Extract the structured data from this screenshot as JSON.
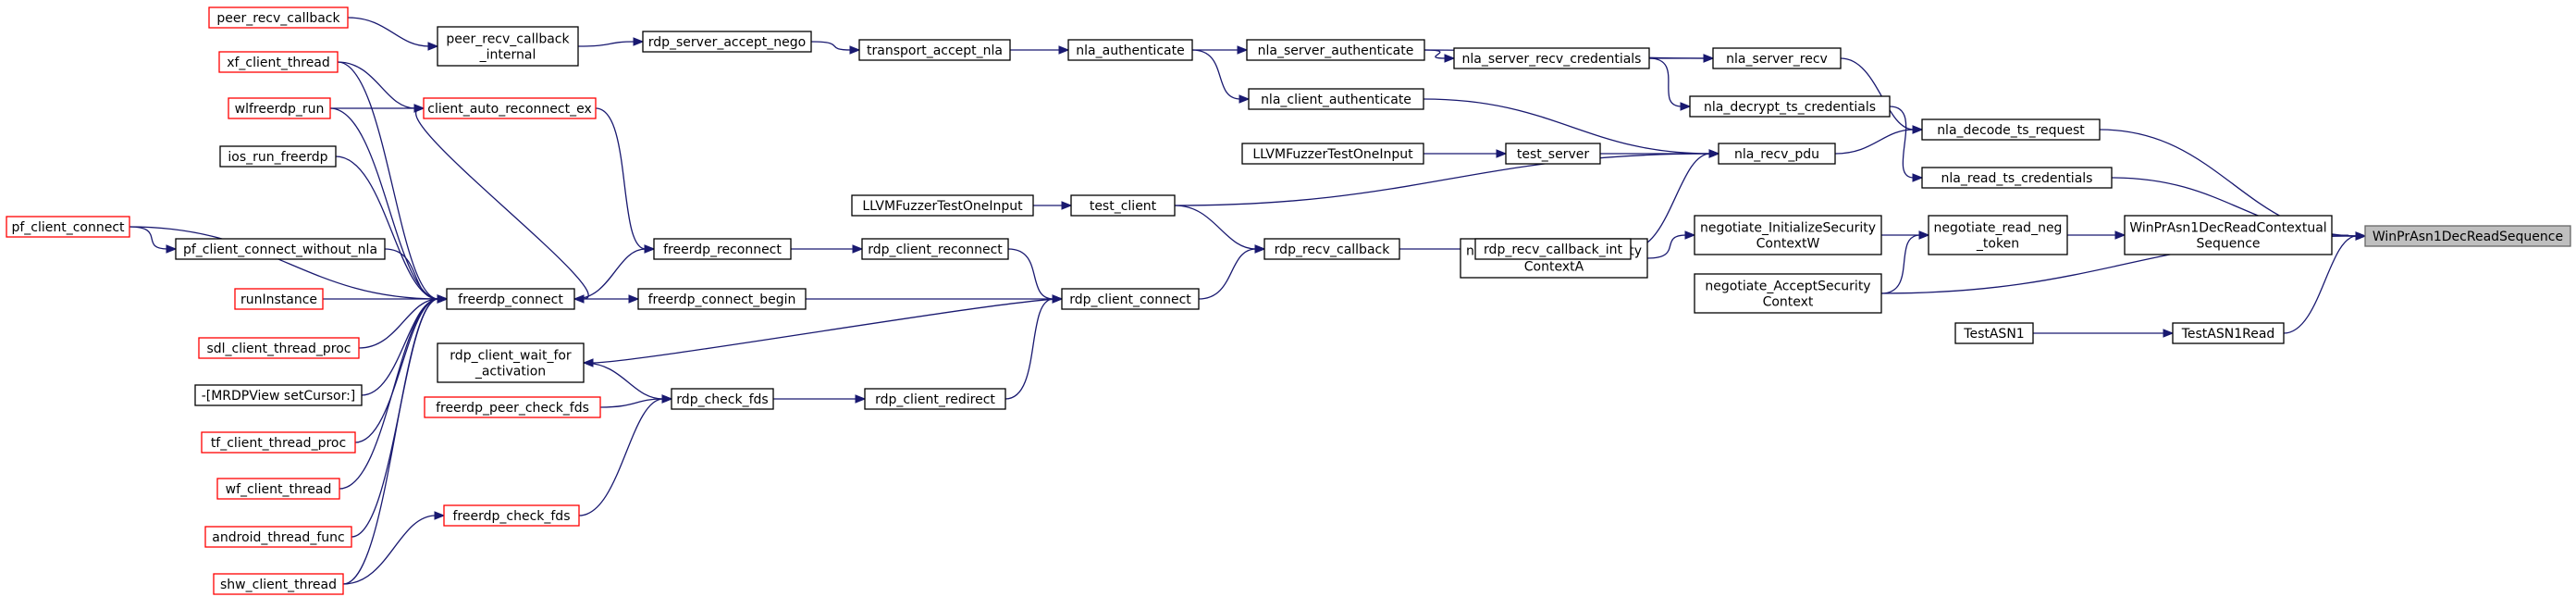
{
  "colors": {
    "edge": "#191970",
    "node_border": "#000000",
    "truncated_border": "#ff0000",
    "root_fill": "#bfbfbf",
    "root_border": "#666666"
  },
  "nodes": [
    {
      "id": "root",
      "lines": [
        "WinPrAsn1DecReadSequence"
      ],
      "style": "root"
    },
    {
      "id": "winprasn1_ctx",
      "lines": [
        "WinPrAsn1DecReadContextual",
        "Sequence"
      ],
      "style": "normal"
    },
    {
      "id": "testasn1read",
      "lines": [
        "TestASN1Read"
      ],
      "style": "normal"
    },
    {
      "id": "testasn1",
      "lines": [
        "TestASN1"
      ],
      "style": "normal"
    },
    {
      "id": "nla_decode",
      "lines": [
        "nla_decode_ts_request"
      ],
      "style": "normal"
    },
    {
      "id": "nla_read_ts",
      "lines": [
        "nla_read_ts_credentials"
      ],
      "style": "normal"
    },
    {
      "id": "neg_read_neg",
      "lines": [
        "negotiate_read_neg",
        "_token"
      ],
      "style": "normal"
    },
    {
      "id": "neg_accept",
      "lines": [
        "negotiate_AcceptSecurity",
        "Context"
      ],
      "style": "normal"
    },
    {
      "id": "nla_server_recv",
      "lines": [
        "nla_server_recv"
      ],
      "style": "normal"
    },
    {
      "id": "nla_recv_pdu",
      "lines": [
        "nla_recv_pdu"
      ],
      "style": "normal"
    },
    {
      "id": "nla_decrypt",
      "lines": [
        "nla_decrypt_ts_credentials"
      ],
      "style": "normal"
    },
    {
      "id": "neg_initA",
      "lines": [
        "negotiate_InitializeSecurity",
        "ContextA"
      ],
      "style": "normal"
    },
    {
      "id": "neg_initW",
      "lines": [
        "negotiate_InitializeSecurity",
        "ContextW"
      ],
      "style": "normal"
    },
    {
      "id": "nla_server_auth",
      "lines": [
        "nla_server_authenticate"
      ],
      "style": "normal"
    },
    {
      "id": "nla_server_recv_cred",
      "lines": [
        "nla_server_recv_credentials"
      ],
      "style": "normal"
    },
    {
      "id": "nla_client_auth",
      "lines": [
        "nla_client_authenticate"
      ],
      "style": "normal"
    },
    {
      "id": "test_server",
      "lines": [
        "test_server"
      ],
      "style": "normal"
    },
    {
      "id": "rdp_recv_cb_int",
      "lines": [
        "rdp_recv_callback_int"
      ],
      "style": "normal"
    },
    {
      "id": "nla_authenticate",
      "lines": [
        "nla_authenticate"
      ],
      "style": "normal"
    },
    {
      "id": "llvm_one",
      "lines": [
        "LLVMFuzzerTestOneInput"
      ],
      "style": "normal"
    },
    {
      "id": "rdp_recv_cb",
      "lines": [
        "rdp_recv_callback"
      ],
      "style": "normal"
    },
    {
      "id": "transport_accept_nla",
      "lines": [
        "transport_accept_nla"
      ],
      "style": "normal"
    },
    {
      "id": "test_client",
      "lines": [
        "test_client"
      ],
      "style": "normal"
    },
    {
      "id": "rdp_client_connect",
      "lines": [
        "rdp_client_connect"
      ],
      "style": "normal"
    },
    {
      "id": "llvm_input",
      "lines": [
        "LLVMFuzzerTestOneInput"
      ],
      "style": "normal"
    },
    {
      "id": "rdp_server_accept_nego",
      "lines": [
        "rdp_server_accept_nego"
      ],
      "style": "normal"
    },
    {
      "id": "rdp_client_reconnect",
      "lines": [
        "rdp_client_reconnect"
      ],
      "style": "normal"
    },
    {
      "id": "rdp_client_redirect",
      "lines": [
        "rdp_client_redirect"
      ],
      "style": "normal"
    },
    {
      "id": "peer_recv_cb_internal",
      "lines": [
        "peer_recv_callback",
        "_internal"
      ],
      "style": "normal"
    },
    {
      "id": "freerdp_reconnect",
      "lines": [
        "freerdp_reconnect"
      ],
      "style": "normal"
    },
    {
      "id": "freerdp_connect_begin",
      "lines": [
        "freerdp_connect_begin"
      ],
      "style": "normal"
    },
    {
      "id": "rdp_check_fds",
      "lines": [
        "rdp_check_fds"
      ],
      "style": "normal"
    },
    {
      "id": "peer_recv_callback",
      "lines": [
        "peer_recv_callback"
      ],
      "style": "truncated"
    },
    {
      "id": "client_auto_reconnect_ex",
      "lines": [
        "client_auto_reconnect_ex"
      ],
      "style": "truncated"
    },
    {
      "id": "freerdp_connect",
      "lines": [
        "freerdp_connect"
      ],
      "style": "normal"
    },
    {
      "id": "rdp_client_wait",
      "lines": [
        "rdp_client_wait_for",
        "_activation"
      ],
      "style": "normal"
    },
    {
      "id": "freerdp_peer_check_fds",
      "lines": [
        "freerdp_peer_check_fds"
      ],
      "style": "truncated"
    },
    {
      "id": "freerdp_check_fds",
      "lines": [
        "freerdp_check_fds"
      ],
      "style": "truncated"
    },
    {
      "id": "xf_client_thread",
      "lines": [
        "xf_client_thread"
      ],
      "style": "truncated"
    },
    {
      "id": "wlfreerdp_run",
      "lines": [
        "wlfreerdp_run"
      ],
      "style": "truncated"
    },
    {
      "id": "ios_run_freerdp",
      "lines": [
        "ios_run_freerdp"
      ],
      "style": "normal"
    },
    {
      "id": "pf_client_connect_without_nla",
      "lines": [
        "pf_client_connect_without_nla"
      ],
      "style": "normal"
    },
    {
      "id": "runInstance",
      "lines": [
        "runInstance"
      ],
      "style": "truncated"
    },
    {
      "id": "sdl_client_thread_proc",
      "lines": [
        "sdl_client_thread_proc"
      ],
      "style": "truncated"
    },
    {
      "id": "mrdpview",
      "lines": [
        "-[MRDPView setCursor:]"
      ],
      "style": "normal"
    },
    {
      "id": "tf_client_thread_proc",
      "lines": [
        "tf_client_thread_proc"
      ],
      "style": "truncated"
    },
    {
      "id": "wf_client_thread",
      "lines": [
        "wf_client_thread"
      ],
      "style": "truncated"
    },
    {
      "id": "android_thread_func",
      "lines": [
        "android_thread_func"
      ],
      "style": "truncated"
    },
    {
      "id": "shw_client_thread",
      "lines": [
        "shw_client_thread"
      ],
      "style": "truncated"
    },
    {
      "id": "pf_client_connect",
      "lines": [
        "pf_client_connect"
      ],
      "style": "truncated"
    }
  ],
  "edges": [
    [
      "winprasn1_ctx",
      "root"
    ],
    [
      "nla_decode",
      "root"
    ],
    [
      "nla_read_ts",
      "root"
    ],
    [
      "neg_accept",
      "root"
    ],
    [
      "testasn1read",
      "root"
    ],
    [
      "neg_read_neg",
      "winprasn1_ctx"
    ],
    [
      "testasn1",
      "testasn1read"
    ],
    [
      "nla_server_recv",
      "nla_decode"
    ],
    [
      "nla_recv_pdu",
      "nla_decode"
    ],
    [
      "nla_decrypt",
      "nla_read_ts"
    ],
    [
      "neg_initW",
      "neg_read_neg"
    ],
    [
      "neg_accept",
      "neg_read_neg"
    ],
    [
      "nla_server_auth",
      "nla_server_recv"
    ],
    [
      "nla_server_recv_cred",
      "nla_server_recv"
    ],
    [
      "nla_client_auth",
      "nla_recv_pdu"
    ],
    [
      "test_server",
      "nla_recv_pdu"
    ],
    [
      "test_client",
      "nla_recv_pdu"
    ],
    [
      "rdp_recv_cb_int",
      "nla_recv_pdu"
    ],
    [
      "nla_server_recv_cred",
      "nla_decrypt"
    ],
    [
      "neg_initA",
      "neg_initW"
    ],
    [
      "nla_server_auth",
      "nla_server_recv_cred"
    ],
    [
      "nla_authenticate",
      "nla_server_auth"
    ],
    [
      "nla_authenticate",
      "nla_client_auth"
    ],
    [
      "llvm_one",
      "test_server"
    ],
    [
      "rdp_recv_cb",
      "rdp_recv_cb_int"
    ],
    [
      "transport_accept_nla",
      "nla_authenticate"
    ],
    [
      "test_client",
      "rdp_recv_cb"
    ],
    [
      "rdp_client_connect",
      "rdp_recv_cb"
    ],
    [
      "llvm_input",
      "test_client"
    ],
    [
      "rdp_server_accept_nego",
      "transport_accept_nla"
    ],
    [
      "rdp_client_reconnect",
      "rdp_client_connect"
    ],
    [
      "freerdp_connect_begin",
      "rdp_client_connect"
    ],
    [
      "rdp_client_redirect",
      "rdp_client_connect"
    ],
    [
      "peer_recv_cb_internal",
      "rdp_server_accept_nego"
    ],
    [
      "freerdp_reconnect",
      "rdp_client_reconnect"
    ],
    [
      "rdp_check_fds",
      "rdp_client_redirect"
    ],
    [
      "peer_recv_callback",
      "peer_recv_cb_internal"
    ],
    [
      "client_auto_reconnect_ex",
      "freerdp_reconnect"
    ],
    [
      "freerdp_connect",
      "freerdp_reconnect"
    ],
    [
      "freerdp_connect",
      "freerdp_connect_begin"
    ],
    [
      "rdp_client_connect",
      "rdp_client_wait"
    ],
    [
      "rdp_client_wait",
      "rdp_check_fds"
    ],
    [
      "freerdp_peer_check_fds",
      "rdp_check_fds"
    ],
    [
      "freerdp_check_fds",
      "rdp_check_fds"
    ],
    [
      "xf_client_thread",
      "client_auto_reconnect_ex"
    ],
    [
      "wlfreerdp_run",
      "client_auto_reconnect_ex"
    ],
    [
      "client_auto_reconnect_ex",
      "freerdp_connect"
    ],
    [
      "xf_client_thread",
      "freerdp_connect"
    ],
    [
      "wlfreerdp_run",
      "freerdp_connect"
    ],
    [
      "ios_run_freerdp",
      "freerdp_connect"
    ],
    [
      "pf_client_connect",
      "freerdp_connect"
    ],
    [
      "pf_client_connect_without_nla",
      "freerdp_connect"
    ],
    [
      "runInstance",
      "freerdp_connect"
    ],
    [
      "sdl_client_thread_proc",
      "freerdp_connect"
    ],
    [
      "mrdpview",
      "freerdp_connect"
    ],
    [
      "tf_client_thread_proc",
      "freerdp_connect"
    ],
    [
      "wf_client_thread",
      "freerdp_connect"
    ],
    [
      "android_thread_func",
      "freerdp_connect"
    ],
    [
      "shw_client_thread",
      "freerdp_connect"
    ],
    [
      "pf_client_connect",
      "pf_client_connect_without_nla"
    ],
    [
      "shw_client_thread",
      "freerdp_check_fds"
    ]
  ]
}
